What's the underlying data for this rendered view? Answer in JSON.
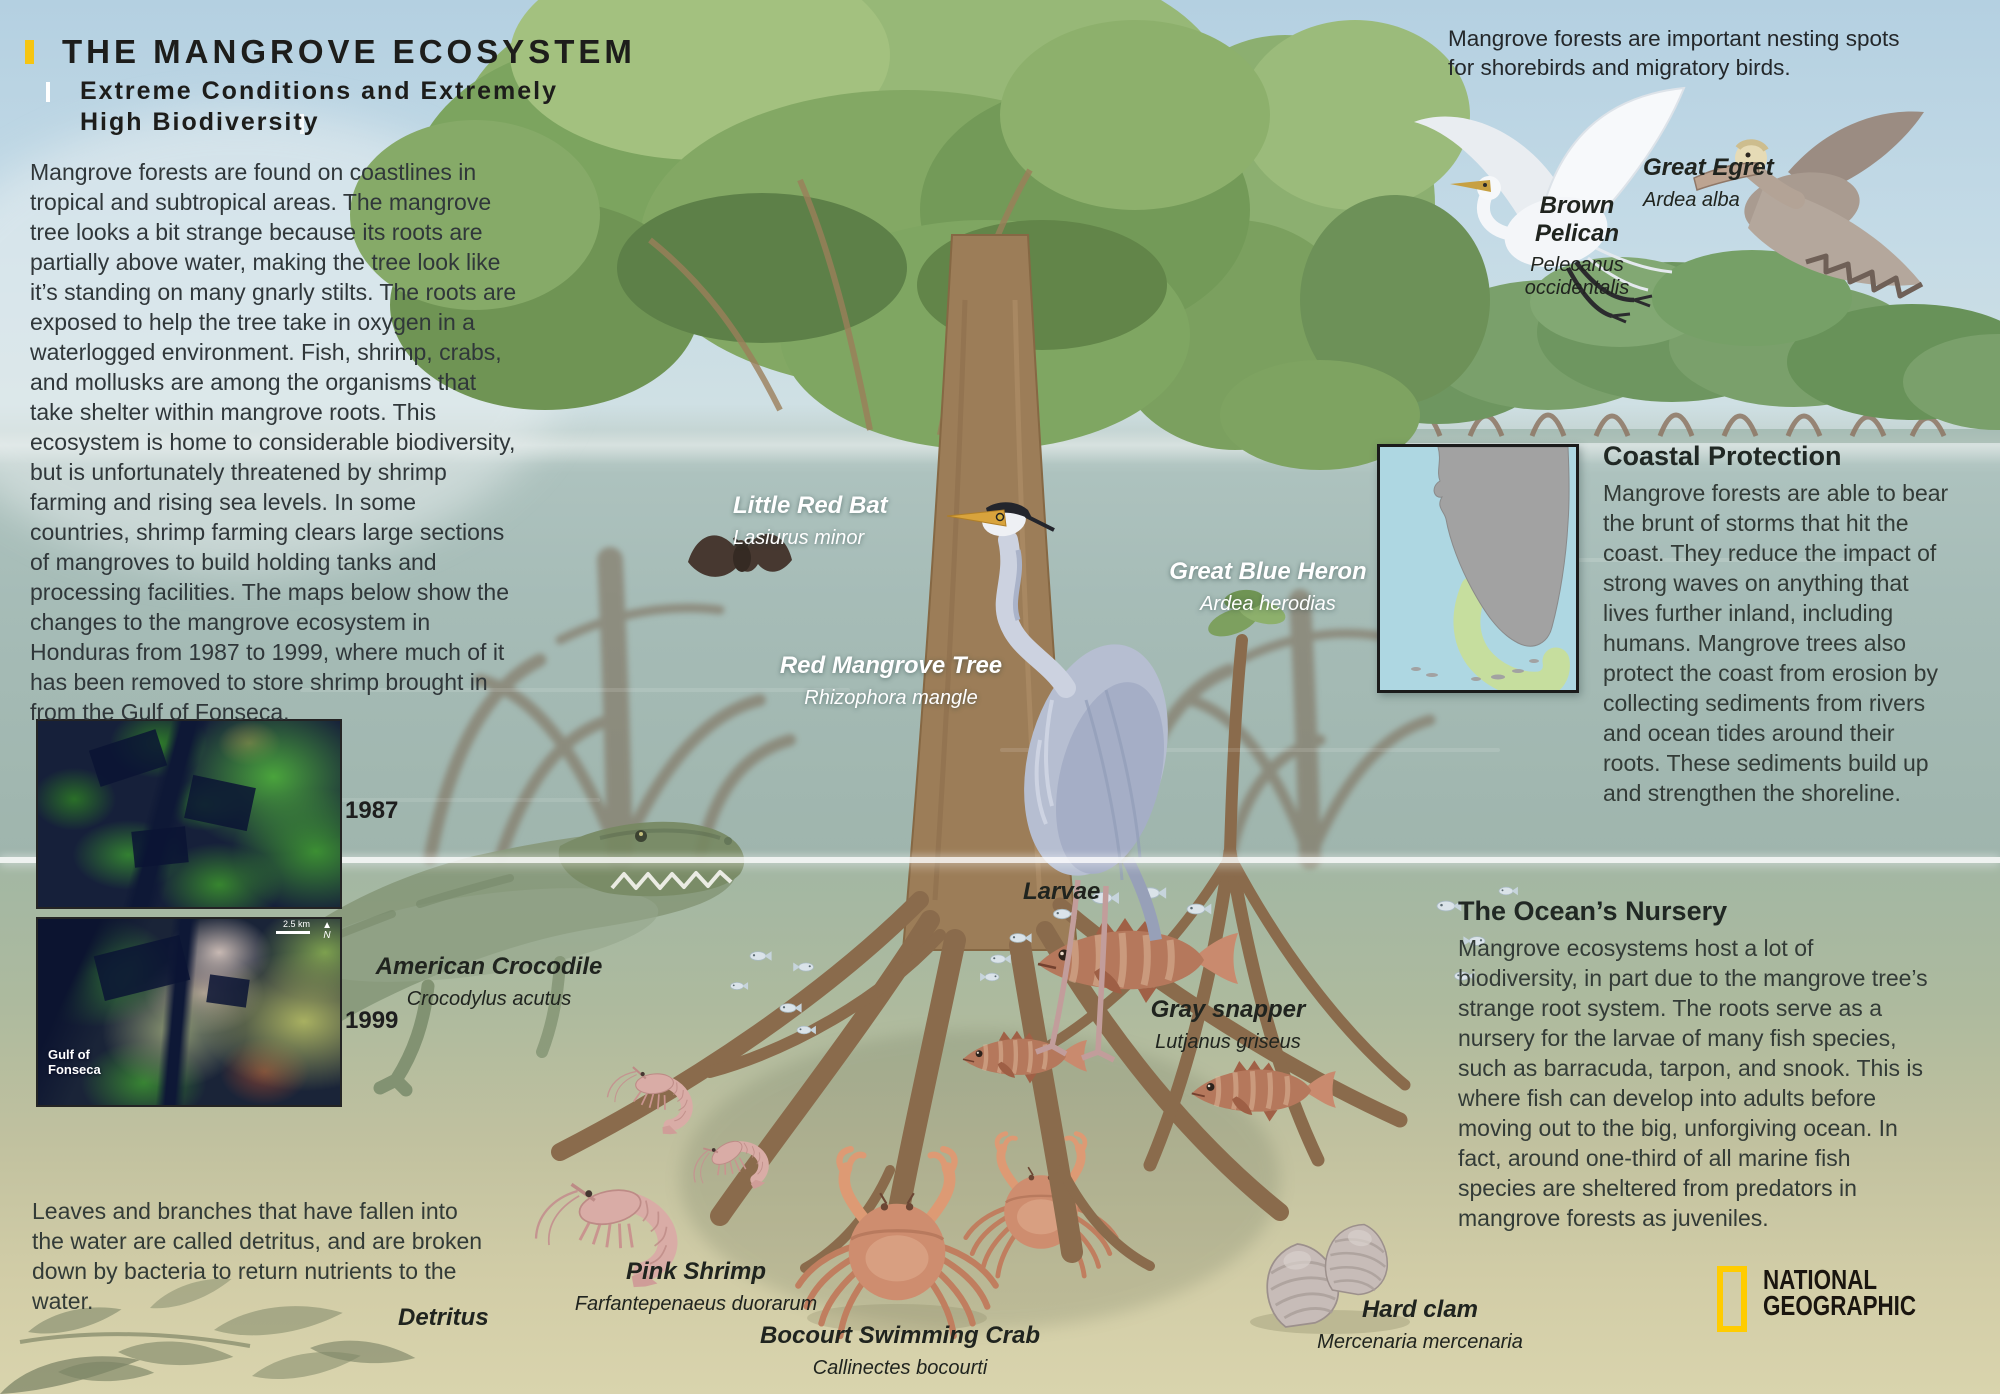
{
  "header": {
    "title": "THE MANGROVE ECOSYSTEM",
    "subtitle": "Extreme Conditions and Extremely\nHigh Biodiversity"
  },
  "intro": "Mangrove forests are found on coastlines in tropical and subtropical areas. The mangrove tree looks a bit strange because its roots are partially above water, making the tree look like it’s standing on many gnarly stilts. The roots are exposed to help the tree take in oxygen in a waterlogged environment. Fish, shrimp, crabs, and mollusks are among the organisms that take shelter within mangrove roots. This ecosystem is home to considerable biodiversity, but is unfortunately threatened by shrimp farming and rising sea levels. In some countries, shrimp farming clears large sections of mangroves to build holding tanks and processing facilities. The maps below show the changes to the mangrove ecosystem in Honduras from 1987 to 1999, where much of it has been removed to store shrimp brought in from the Gulf of Fonseca.",
  "nesting_note": "Mangrove forests are important nesting spots\nfor shorebirds and migratory birds.",
  "sections": {
    "coastal": {
      "heading": "Coastal Protection",
      "body": "Mangrove forests are able to bear the brunt of storms that hit the coast. They reduce the impact of strong waves on anything that lives further inland, including humans. Mangrove trees also protect the coast from erosion by collecting sediments from rivers and ocean tides around their roots. These sediments build up and strengthen the shoreline."
    },
    "nursery": {
      "heading": "The Ocean’s Nursery",
      "body": "Mangrove ecosystems host a lot of biodiversity, in part due to the mangrove tree’s strange root system. The roots serve as a nursery for the larvae of many fish species, such as barracuda, tarpon, and snook. This is where fish can develop into adults before moving out to the big, unforgiving ocean. In fact, around one-third of all marine fish species are sheltered from predators in mangrove forests as juveniles."
    },
    "detritus_note": "Leaves and branches that have fallen into the water are called detritus, and are broken down by bacteria to return nutrients to the water."
  },
  "species": {
    "great_egret": {
      "name": "Great Egret",
      "sci": "Ardea alba"
    },
    "brown_pelican": {
      "name": "Brown Pelican",
      "sci": "Pelecanus occidentalis"
    },
    "little_red_bat": {
      "name": "Little Red Bat",
      "sci": "Lasiurus minor"
    },
    "red_mangrove": {
      "name": "Red Mangrove Tree",
      "sci": "Rhizophora mangle"
    },
    "great_blue_heron": {
      "name": "Great Blue Heron",
      "sci": "Ardea herodias"
    },
    "american_crocodile": {
      "name": "American Crocodile",
      "sci": "Crocodylus acutus"
    },
    "larvae": {
      "name": "Larvae"
    },
    "gray_snapper": {
      "name": "Gray snapper",
      "sci": "Lutjanus griseus"
    },
    "pink_shrimp": {
      "name": "Pink Shrimp",
      "sci": "Farfantepenaeus duorarum"
    },
    "bocourt_crab": {
      "name": "Bocourt Swimming Crab",
      "sci": "Callinectes bocourti"
    },
    "hard_clam": {
      "name": "Hard clam",
      "sci": "Mercenaria mercenaria"
    },
    "detritus": {
      "name": "Detritus"
    }
  },
  "maps": {
    "year1": "1987",
    "year2": "1999",
    "gulf_label": "Gulf of Fonseca",
    "scale_label": "2.5 km",
    "north_label": "N"
  },
  "logo": {
    "line1": "NATIONAL",
    "line2": "GEOGRAPHIC"
  },
  "colors": {
    "accent_yellow": "#FFCC00",
    "title_text": "#1D1D1B",
    "body_text": "#30373A",
    "label_white": "#FFFFFF",
    "label_dark": "#20241F",
    "sky": "#B4D0E1",
    "water": "#9FB5AD",
    "sand": "#D9D4AD",
    "canopy_green": "#8DB06C",
    "trunk_brown": "#9C7D58",
    "map_mangrove_green": "#C6DE9E",
    "map_sea": "#AED7E2",
    "map_land": "#A2A2A2"
  }
}
